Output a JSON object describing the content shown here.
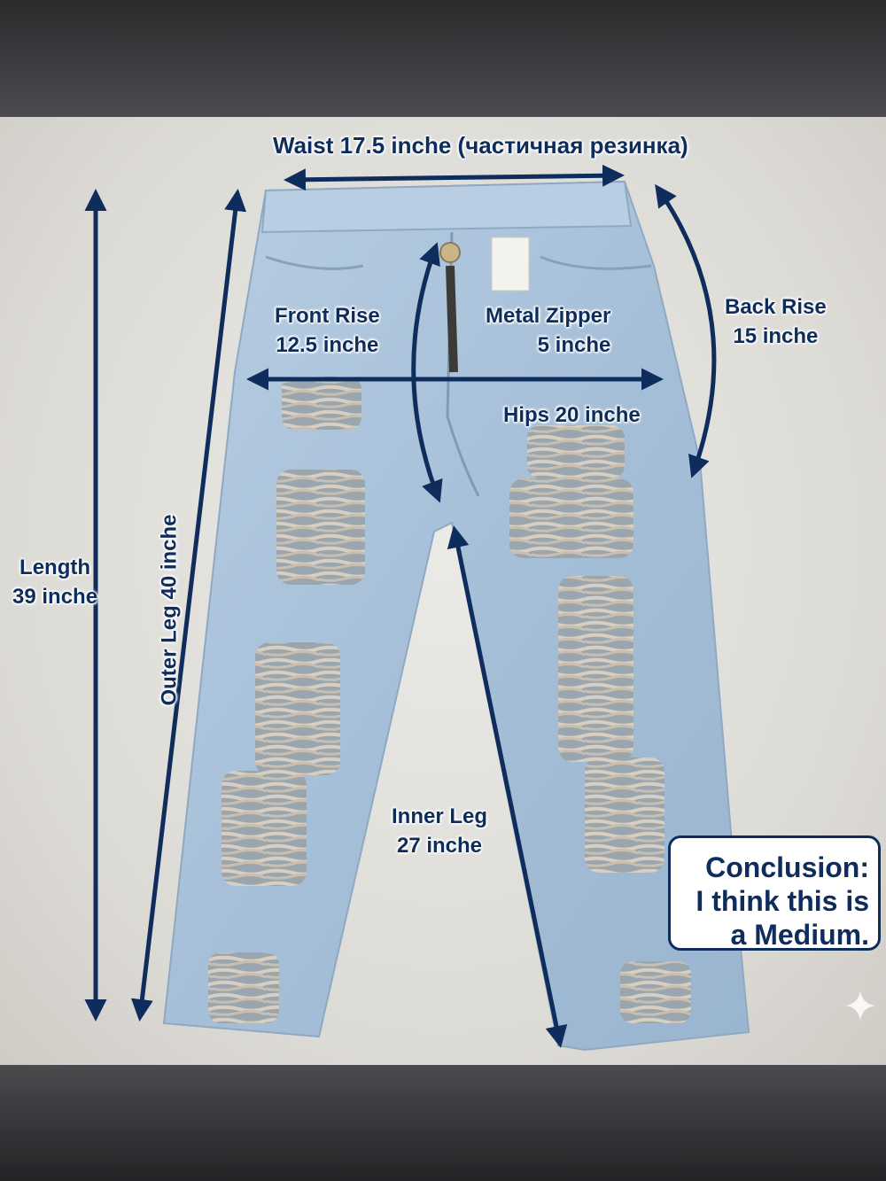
{
  "labels": {
    "waist": "Waist 17.5 inche (частичная резинка)",
    "front_rise_title": "Front Rise",
    "front_rise_value": "12.5 inche",
    "metal_zipper_title": "Metal Zipper",
    "metal_zipper_value": "5 inche",
    "back_rise_title": "Back Rise",
    "back_rise_value": "15 inche",
    "hips": "Hips 20 inche",
    "length_title": "Length",
    "length_value": "39 inche",
    "outer_leg": "Outer Leg 40 inche",
    "inner_leg_title": "Inner Leg",
    "inner_leg_value": "27 inche"
  },
  "conclusion": {
    "line1": "Conclusion:",
    "line2": "I think this is",
    "line3": "a Medium."
  },
  "colors": {
    "accent": "#0e2d5c",
    "denim": "#a9c1d9",
    "background": "#e4e2de"
  }
}
